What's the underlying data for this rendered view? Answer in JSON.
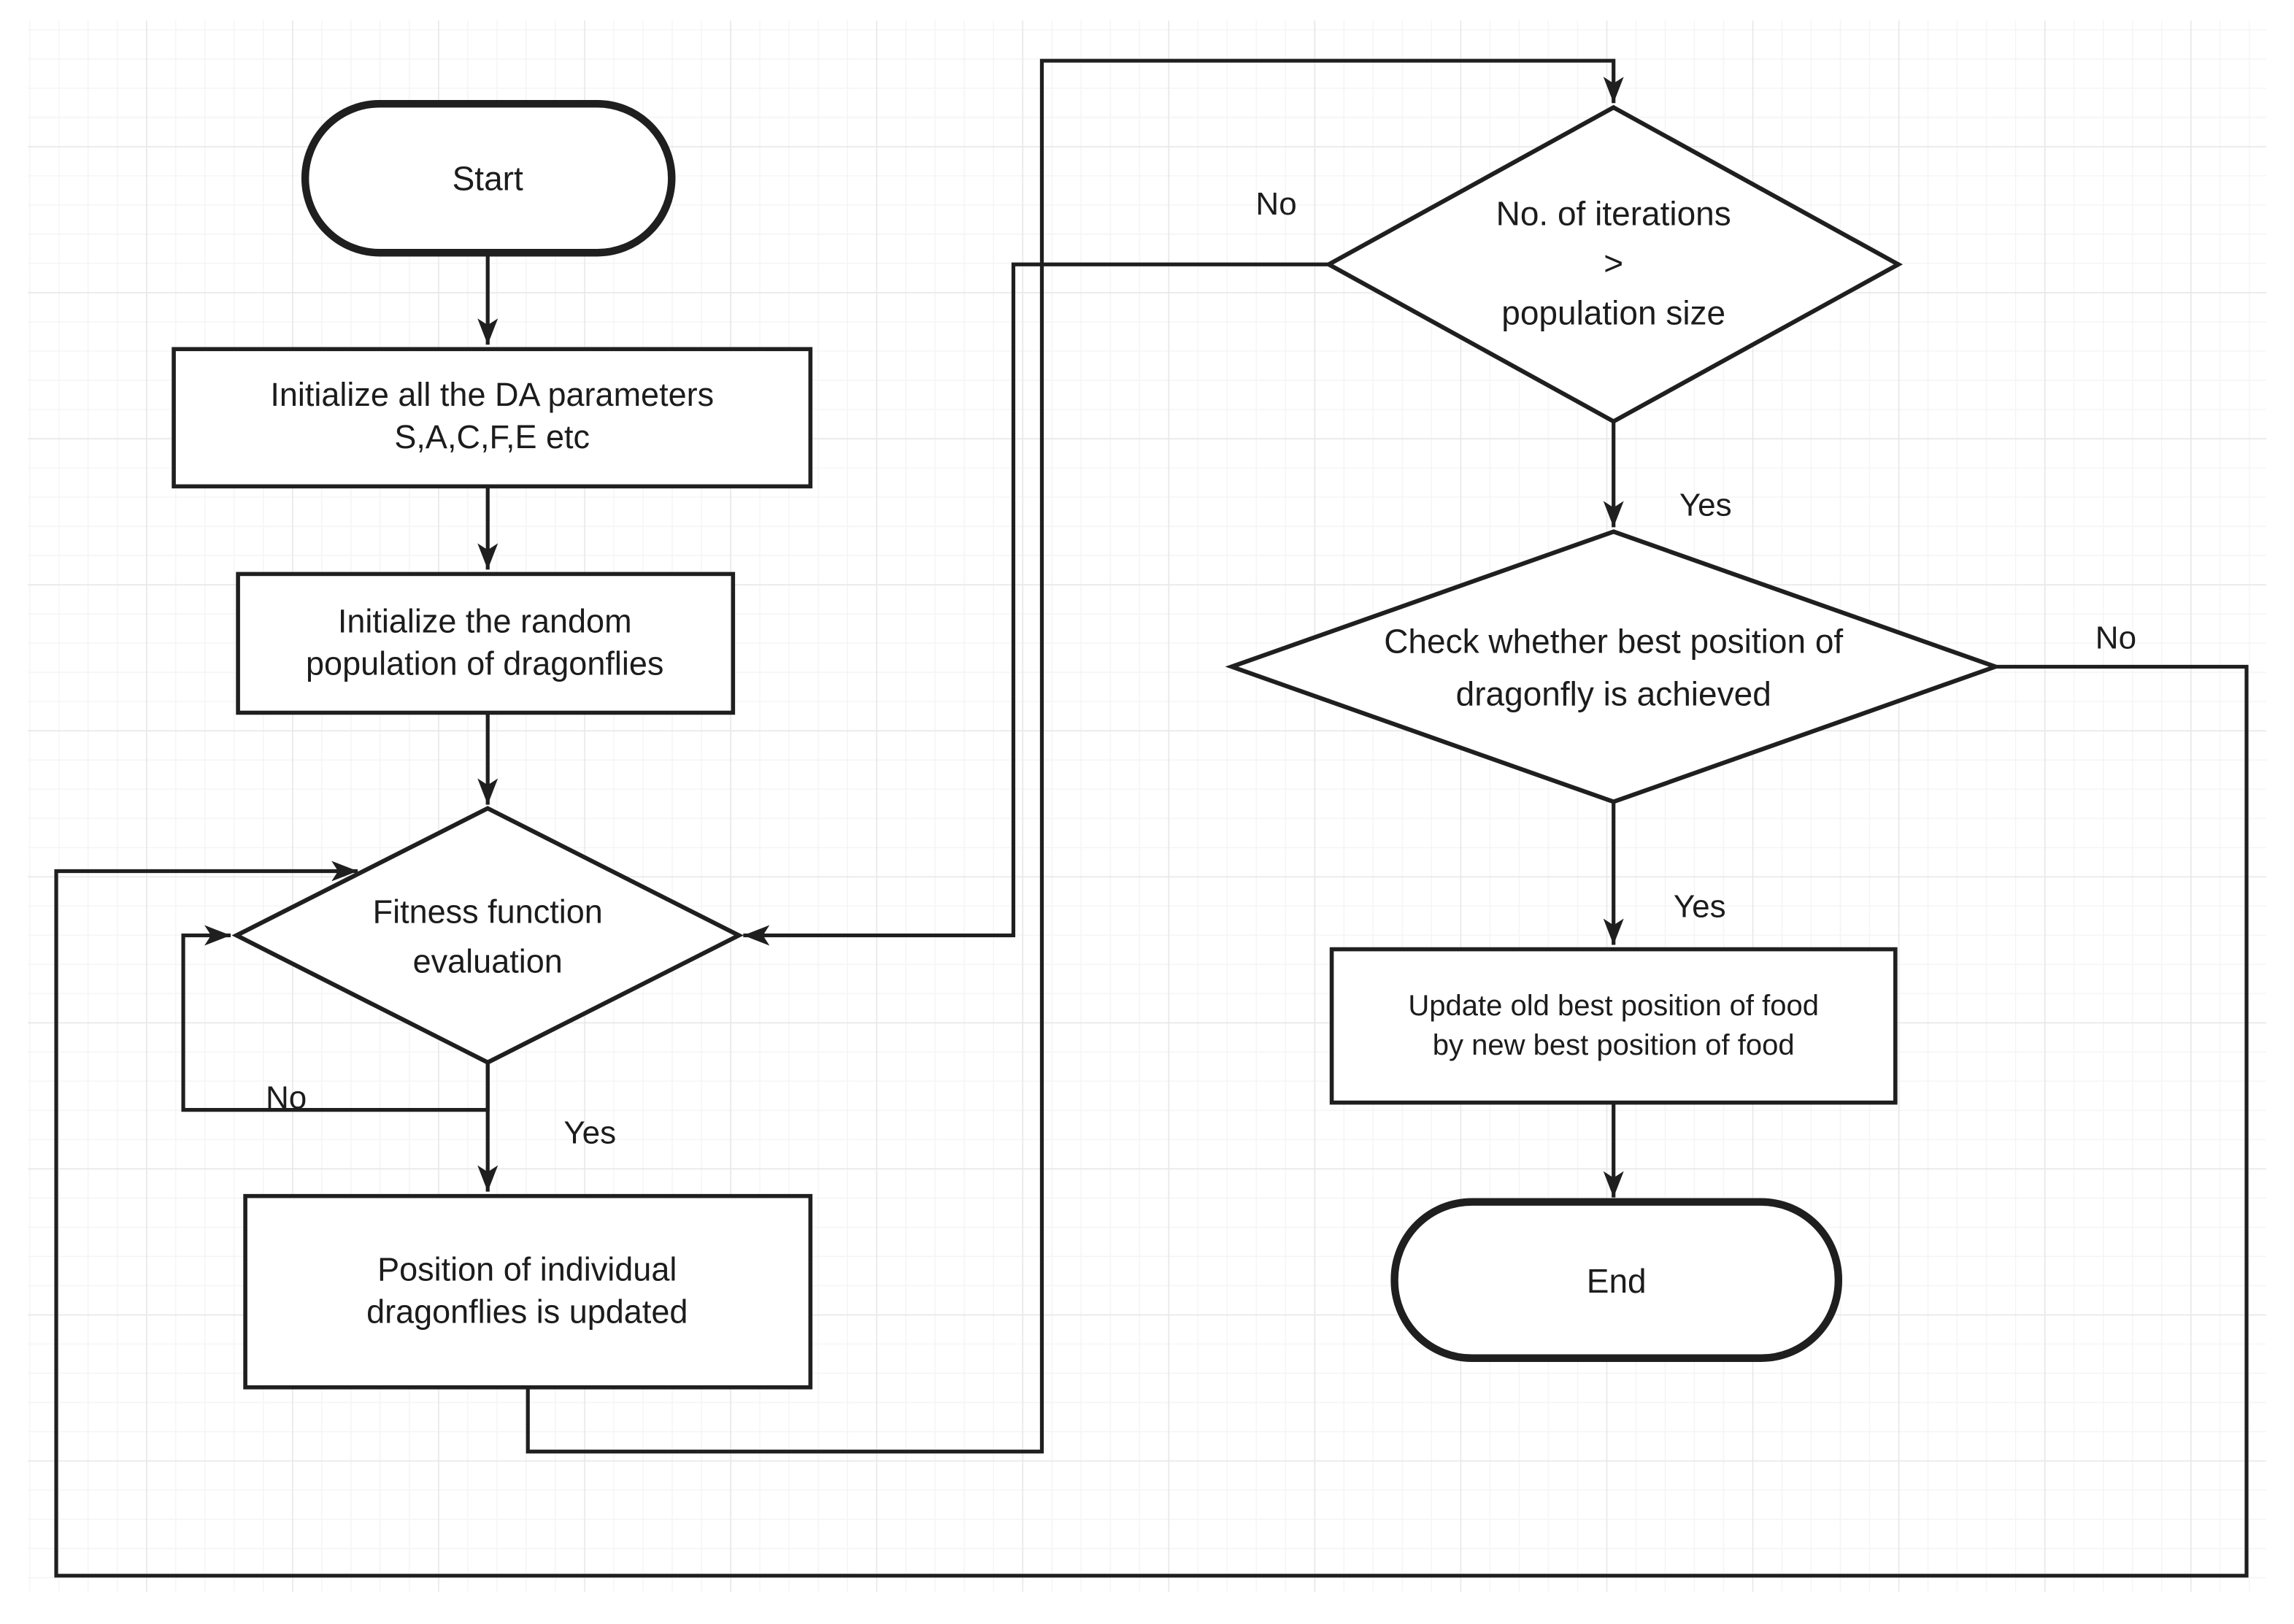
{
  "diagram": {
    "title": "Dragonfly Algorithm (DA) flowchart",
    "colors": {
      "stroke": "#1f1f1f",
      "grid_minor": "#f4f4f4",
      "grid_major": "#e7e7e7",
      "page": "#ffffff"
    },
    "nodes": {
      "start": {
        "label": "Start"
      },
      "init_params": {
        "line1": "Initialize all the DA parameters",
        "line2": "S,A,C,F,E etc"
      },
      "init_population": {
        "line1": "Initialize the random",
        "line2": "population of dragonflies"
      },
      "fitness": {
        "line1": "Fitness function",
        "line2": "evaluation"
      },
      "position_update": {
        "line1": "Position of individual",
        "line2": "dragonflies is updated"
      },
      "iterations": {
        "line1": "No. of iterations",
        "line2": ">",
        "line3": "population size"
      },
      "best_position": {
        "line1": "Check whether best position of",
        "line2": "dragonfly is achieved"
      },
      "update_food": {
        "line1": "Update old best position of food",
        "line2": "by new best position of food"
      },
      "end": {
        "label": "End"
      }
    },
    "edge_labels": {
      "fitness_no": "No",
      "fitness_yes": "Yes",
      "iterations_no": "No",
      "iterations_yes": "Yes",
      "best_no": "No",
      "best_yes": "Yes"
    }
  }
}
